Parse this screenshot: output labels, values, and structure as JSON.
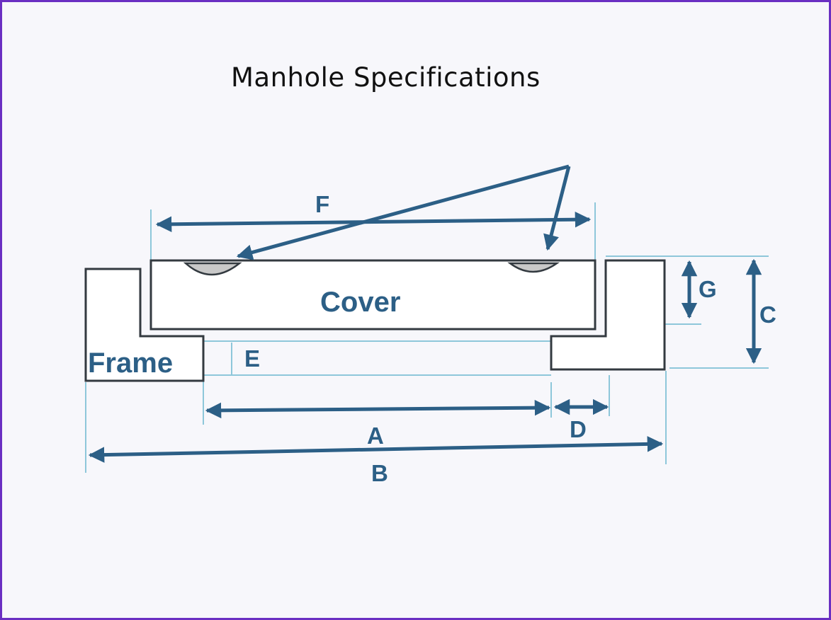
{
  "title": "Manhole Specifications",
  "labels": {
    "cover": "Cover",
    "frame": "Frame",
    "A": "A",
    "B": "B",
    "C": "C",
    "D": "D",
    "E": "E",
    "F": "F",
    "G": "G"
  },
  "colors": {
    "border": "#6a2fc2",
    "outline": "#333a40",
    "dimension": "#2c5f86",
    "extension": "#8ec7da"
  }
}
